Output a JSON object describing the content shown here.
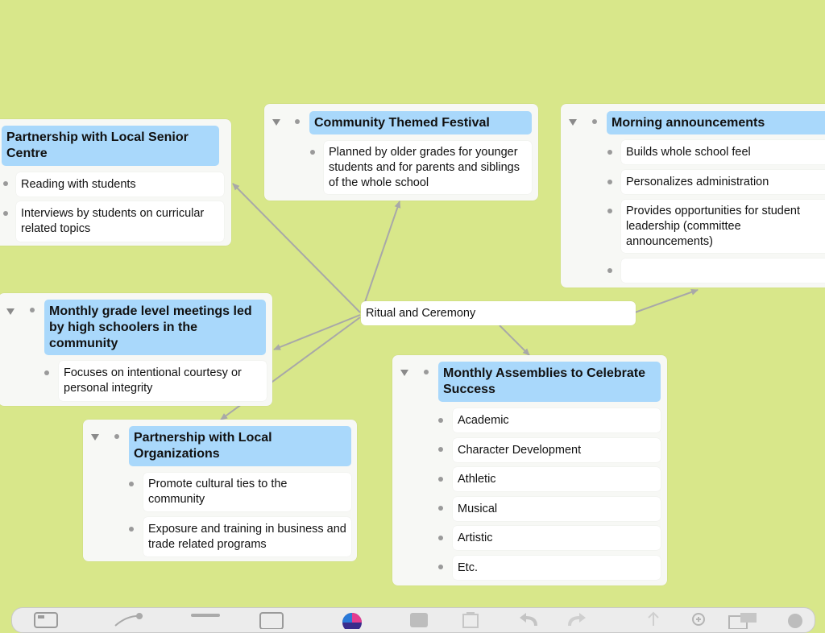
{
  "center": {
    "label": "Ritual and Ceremony"
  },
  "nodes": {
    "senior_centre": {
      "title": "Partnership with Local Senior Centre",
      "items": [
        "Reading with students",
        "Interviews by students on curricular related topics"
      ]
    },
    "festival": {
      "title": "Community Themed Festival",
      "items": [
        "Planned by older grades for younger students and for parents and siblings of the whole school"
      ]
    },
    "morning": {
      "title": "Morning announcements",
      "items": [
        "Builds whole school feel",
        "Personalizes administration",
        "Provides opportunities for student leadership (committee announcements)",
        ""
      ]
    },
    "grade_meetings": {
      "title": "Monthly grade level meetings led by high schoolers in the community",
      "items": [
        "Focuses on intentional courtesy or personal integrity"
      ]
    },
    "assemblies": {
      "title": "Monthly Assemblies to Celebrate Success",
      "items": [
        "Academic",
        "Character Development",
        "Athletic",
        "Musical",
        "Artistic",
        "Etc."
      ]
    },
    "local_orgs": {
      "title": "Partnership with Local Organizations",
      "items": [
        "Promote cultural ties to the community",
        "Exposure and training in business and trade related programs"
      ]
    }
  },
  "colors": {
    "background": "#d8e78a",
    "title_fill": "#a9d8fb",
    "connector": "#a8a8a8"
  },
  "toolbar": {
    "icons": [
      "outline-view-icon",
      "relationship-icon",
      "format-icon",
      "note-icon",
      "color-wheel-icon",
      "insert-icon",
      "clipboard-icon",
      "undo-icon",
      "redo-icon",
      "share-icon",
      "zoom-icon",
      "export-icon",
      "help-icon"
    ]
  }
}
